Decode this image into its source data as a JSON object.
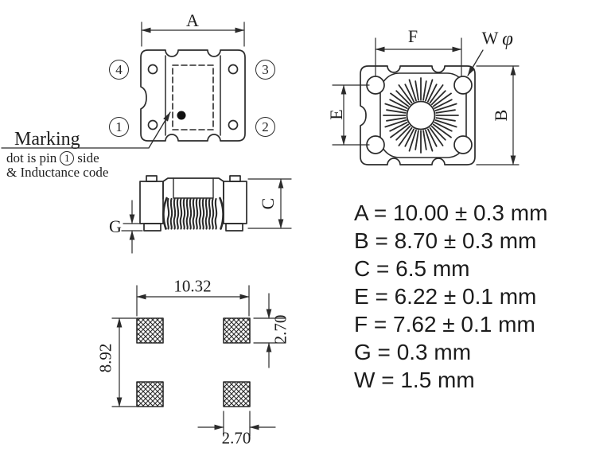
{
  "colors": {
    "background": "#ffffff",
    "line": "#2b2b2b",
    "text": "#1f1f1f"
  },
  "top_view": {
    "dim_label": "A",
    "pins": [
      {
        "number": "4",
        "position": "top-left"
      },
      {
        "number": "3",
        "position": "top-right"
      },
      {
        "number": "1",
        "position": "bottom-left"
      },
      {
        "number": "2",
        "position": "bottom-right"
      }
    ],
    "marking": {
      "title": "Marking",
      "note_prefix": "dot is pin",
      "note_pin": "1",
      "note_suffix": "side",
      "note_line2": "& Inductance code"
    }
  },
  "bottom_view": {
    "dim_f": "F",
    "dim_w": "W",
    "dim_phi": "φ",
    "dim_e": "E",
    "dim_b": "B"
  },
  "side_view": {
    "dim_c": "C",
    "dim_g": "G"
  },
  "land_pattern": {
    "outer_width": "10.32",
    "outer_height": "8.92",
    "pad_height": "2.70",
    "pad_width": "2.70"
  },
  "dimension_list": [
    {
      "letter": "A",
      "value": "10.00 ± 0.3 mm"
    },
    {
      "letter": "B",
      "value": "8.70 ± 0.3 mm"
    },
    {
      "letter": "C",
      "value": "6.5 mm"
    },
    {
      "letter": "E",
      "value": "6.22 ± 0.1 mm"
    },
    {
      "letter": "F",
      "value": "7.62 ± 0.1 mm"
    },
    {
      "letter": "G",
      "value": "0.3 mm"
    },
    {
      "letter": "W",
      "value": "1.5 mm"
    }
  ]
}
